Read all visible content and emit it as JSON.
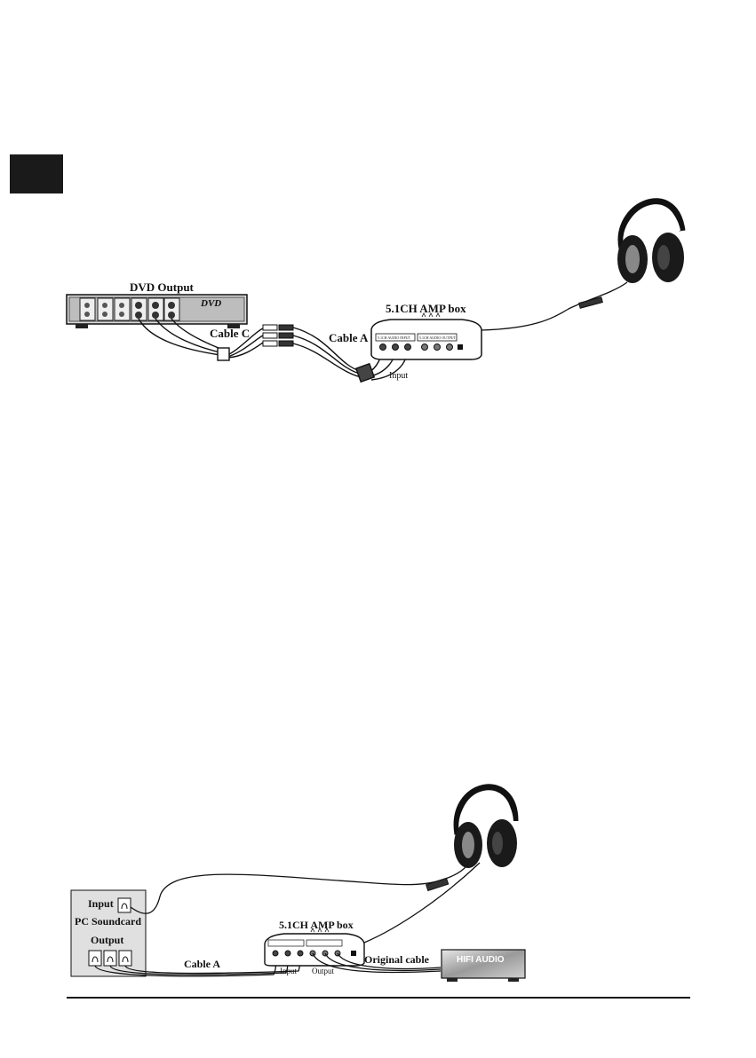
{
  "diagram1": {
    "dvd_output_label": "DVD Output",
    "dvd_logo": "DVD",
    "cable_c_label": "Cable C",
    "cable_a_label": "Cable A",
    "amp_box_label": "5.1CH AMP box",
    "input_label": "Input",
    "amp_panel_left": "5.1CH AUDIO INPUT",
    "amp_panel_right": "5.1CH AUDIO OUTPUT"
  },
  "diagram2": {
    "pc_input_label": "Input",
    "pc_soundcard_label": "PC Soundcard",
    "pc_output_label": "Output",
    "cable_a_label": "Cable A",
    "amp_box_label": "5.1CH AMP box",
    "input_label": "Input",
    "output_label": "Output",
    "original_cable_label": "Original cable",
    "hifi_label": "HIFI AUDIO"
  }
}
